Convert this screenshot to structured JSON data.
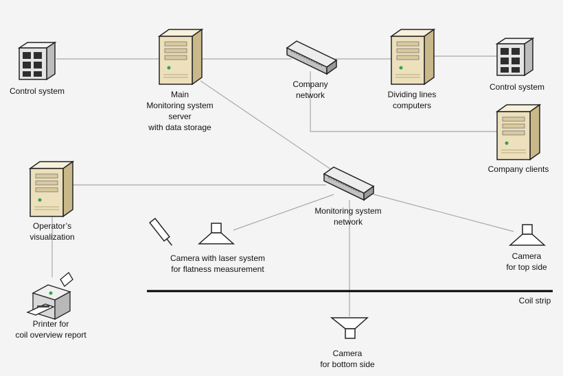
{
  "colors": {
    "background": "#f4f4f4",
    "line": "#a8a8a8",
    "strip": "#000000",
    "server_body": "#e6d7ad",
    "server_front": "#f2e7c9",
    "switch_body": "#c9c9c9",
    "control_unit": "#e0e0e0"
  },
  "labels": {
    "control_left": [
      "Control system"
    ],
    "main_server": [
      "Main",
      "Monitoring system",
      "server",
      "with data storage"
    ],
    "company_network": [
      "Company",
      "network"
    ],
    "dividing_lines": [
      "Dividing lines",
      "computers"
    ],
    "control_right": [
      "Control system"
    ],
    "company_clients": [
      "Company clients"
    ],
    "operator": [
      "Operator’s",
      "visualization"
    ],
    "monitoring_network": [
      "Monitoring system",
      "network"
    ],
    "camera_laser": [
      "Camera with laser system",
      "for flatness measurement"
    ],
    "camera_top": [
      "Camera",
      "for top side"
    ],
    "coil_strip": [
      "Coil strip"
    ],
    "printer": [
      "Printer for",
      "coil overview report"
    ],
    "camera_bottom": [
      "Camera",
      "for bottom side"
    ]
  }
}
